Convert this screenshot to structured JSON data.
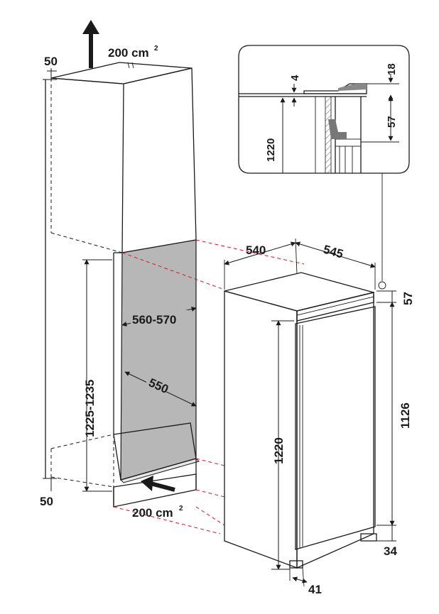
{
  "diagram": {
    "ventilation": {
      "top": {
        "value": "200 cm",
        "sup": "2"
      },
      "bottom": {
        "value": "200 cm",
        "sup": "2"
      }
    },
    "cabinet": {
      "top_gap": "50",
      "bottom_gap": "50",
      "niche_height": "1225-1235",
      "niche_width": "560-570",
      "niche_depth": "550"
    },
    "appliance": {
      "depth": "540",
      "width": "545",
      "height": "1220",
      "door_height": "1126",
      "top_offset": "57",
      "bottom_offset": "34",
      "plinth_depth": "41"
    },
    "detail": {
      "gap_top": "4",
      "gap_right": "18",
      "height": "1220",
      "right_height": "57"
    }
  }
}
